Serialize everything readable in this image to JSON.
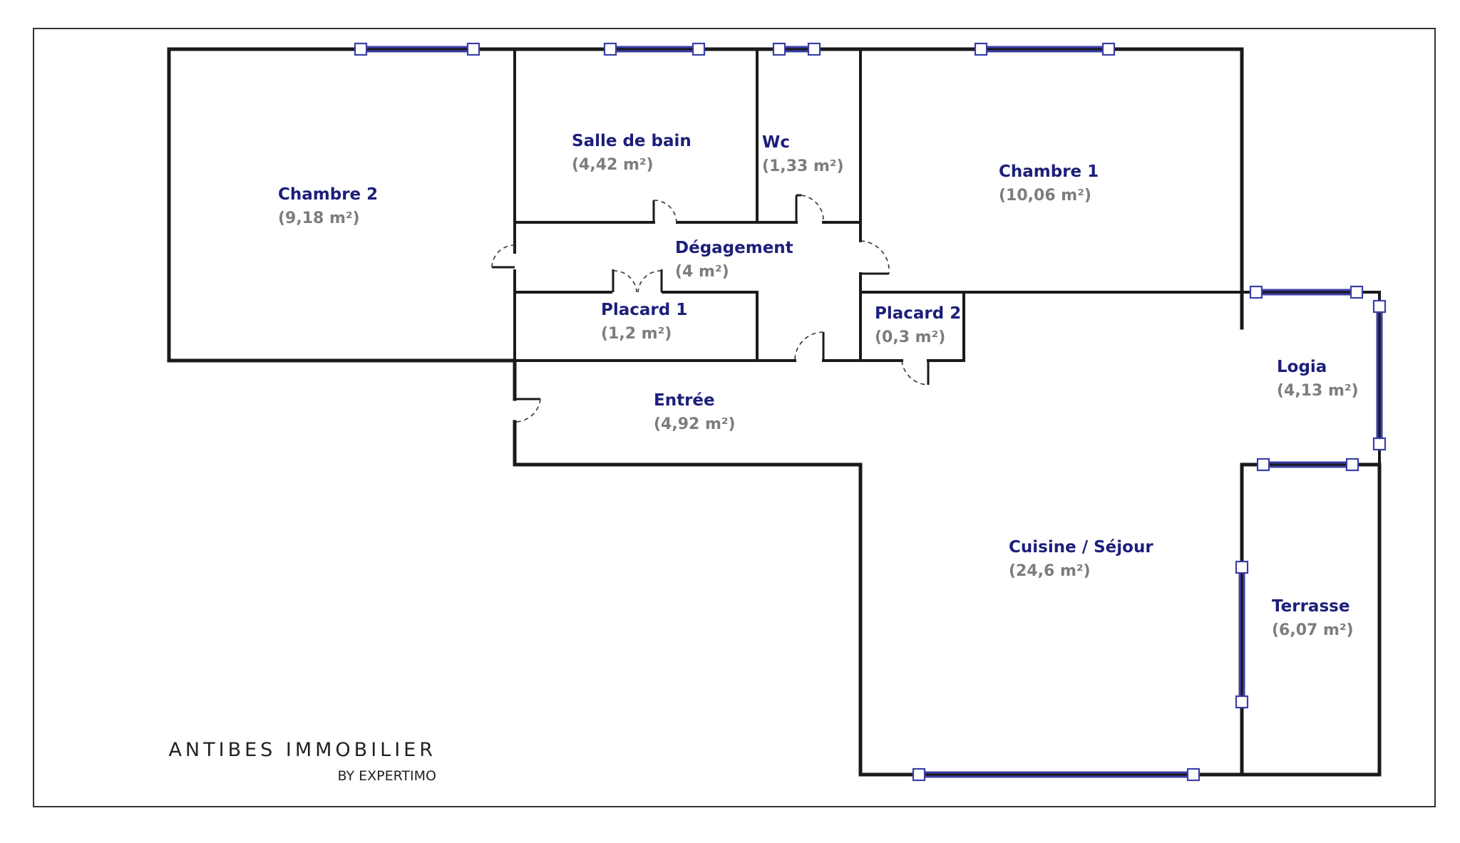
{
  "rooms": {
    "chambre2": {
      "name": "Chambre 2",
      "area": "(9,18 m²)"
    },
    "salle_de_bain": {
      "name": "Salle de bain",
      "area": "(4,42 m²)"
    },
    "wc": {
      "name": "Wc",
      "area": "(1,33 m²)"
    },
    "chambre1": {
      "name": "Chambre 1",
      "area": "(10,06 m²)"
    },
    "degagement": {
      "name": "Dégagement",
      "area": "(4 m²)"
    },
    "placard1": {
      "name": "Placard 1",
      "area": "(1,2 m²)"
    },
    "placard2": {
      "name": "Placard 2",
      "area": "(0,3 m²)"
    },
    "entree": {
      "name": "Entrée",
      "area": "(4,92 m²)"
    },
    "logia": {
      "name": "Logia",
      "area": "(4,13 m²)"
    },
    "cuisine_sejour": {
      "name": "Cuisine / Séjour",
      "area": "(24,6 m²)"
    },
    "terrasse": {
      "name": "Terrasse",
      "area": "(6,07 m²)"
    }
  },
  "logo": {
    "main": "ANTIBES IMMOBILIER",
    "sub": "BY EXPERTIMO"
  },
  "colors": {
    "room_name": "#1c1f7a",
    "room_area": "#7d7d7d",
    "window": "#3b3fa6",
    "wall": "#1a1a1a"
  }
}
